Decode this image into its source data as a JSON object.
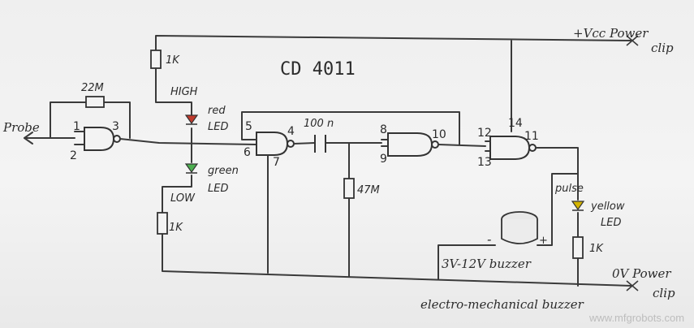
{
  "diagram": {
    "title": "CD 4011",
    "labels": {
      "vcc_power": "+Vcc Power",
      "vcc_clip": "clip",
      "zero_power": "0V Power",
      "zero_clip": "clip",
      "probe": "Probe",
      "r_22m": "22M",
      "r_1k_top": "1K",
      "r_1k_bottom": "1K",
      "r_47m": "47M",
      "r_1k_right": "1K",
      "cap_100n": "100 n",
      "high": "HIGH",
      "low": "LOW",
      "red": "red",
      "red_led": "LED",
      "green": "green",
      "green_led": "LED",
      "yellow": "yellow",
      "yellow_led": "LED",
      "pulse": "pulse",
      "buzzer": "3V-12V buzzer",
      "buzzer_minus": "-",
      "buzzer_plus": "+",
      "caption": "electro-mechanical buzzer"
    },
    "pins": {
      "p1": "1",
      "p2": "2",
      "p3": "3",
      "p4": "4",
      "p5": "5",
      "p6": "6",
      "p7": "7",
      "p8": "8",
      "p9": "9",
      "p10": "10",
      "p11": "11",
      "p12": "12",
      "p13": "13",
      "p14": "14"
    },
    "led_colors": {
      "red": "#c0392b",
      "green": "#4caf50",
      "yellow": "#d4b400"
    }
  },
  "watermark": "www.mfgrobots.com"
}
